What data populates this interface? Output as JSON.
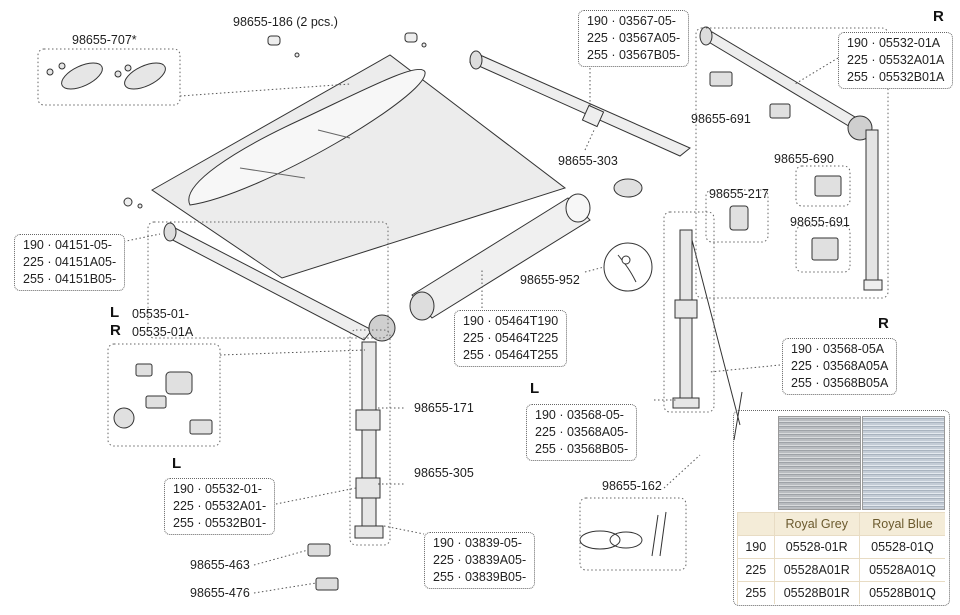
{
  "labels": {
    "p707": "98655-707*",
    "p186": "98655-186 (2 pcs.)",
    "p303": "98655-303",
    "p691a": "98655-691",
    "p690": "98655-690",
    "p217": "98655-217",
    "p691b": "98655-691",
    "p952": "98655-952",
    "p171": "98655-171",
    "p305": "98655-305",
    "p463": "98655-463",
    "p476": "98655-476",
    "p162": "98655-162"
  },
  "boxes": {
    "top_rail": [
      "190 · 03567-05-",
      "225 · 03567A05-",
      "255 · 03567B05-"
    ],
    "right_arm": [
      "190 · 05532-01A",
      "225 · 05532A01A",
      "255 · 05532B01A"
    ],
    "left_rail": [
      "190 · 04151-05-",
      "225 · 04151A05-",
      "255 · 04151B05-"
    ],
    "roller_tube": [
      "190 · 05464T190",
      "225 · 05464T225",
      "255 · 05464T255"
    ],
    "right_leg": [
      "190 · 03568-05A",
      "225 · 03568A05A",
      "255 · 03568B05A"
    ],
    "left_leg": [
      "190 · 03568-05-",
      "225 · 03568A05-",
      "255 · 03568B05-"
    ],
    "left_arm": [
      "190 · 05532-01-",
      "225 · 05532A01-",
      "255 · 05532B01-"
    ],
    "left_foot": [
      "190 · 03839-05-",
      "225 · 03839A05-",
      "255 · 03839B05-"
    ]
  },
  "side_marks": {
    "top_right": "R",
    "left_L": "L",
    "left_R": "R",
    "left_L2": "L",
    "right_R": "R",
    "leg_L": "L"
  },
  "end_caps": {
    "L_code": "05535-01-",
    "R_code": "05535-01A"
  },
  "fabric_table": {
    "columns": [
      "",
      "Royal Grey",
      "Royal Blue"
    ],
    "rows": [
      [
        "190",
        "05528-01R",
        "05528-01Q"
      ],
      [
        "225",
        "05528A01R",
        "05528A01Q"
      ],
      [
        "255",
        "05528B01R",
        "05528B01Q"
      ]
    ],
    "colors": {
      "grey": "#b9bcc0",
      "blue": "#c4ccd6"
    }
  }
}
